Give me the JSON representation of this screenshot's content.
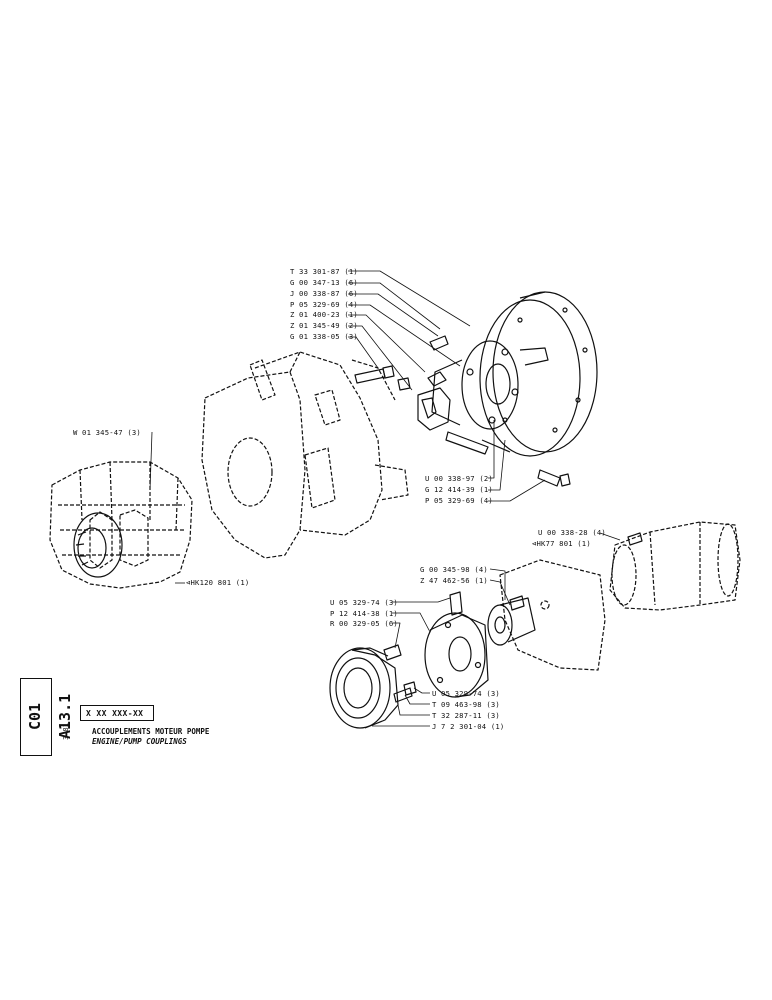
{
  "title_block": {
    "code": "C01 A13.1",
    "date": "3-81",
    "part_number": "X XX XXX-XX",
    "title_fr": "ACCOUPLEMENTS MOTEUR POMPE",
    "title_en": "ENGINE/PUMP COUPLINGS"
  },
  "callouts": {
    "t33301": "T 33 301-87 (1)",
    "g00347": "G 00 347-13 (6)",
    "j00338": "J 00 338-87 (6)",
    "p05329a": "P 05 329-69 (4)",
    "z01400": "Z 01 400-23 (1)",
    "z01345": "Z 01 345-49 (2)",
    "g01338": "G 01 338-05 (3)",
    "w01345": "W 01 345-47 (3)",
    "u00338a": "U 00 338-97 (2)",
    "g12414": "G 12 414-39 (1)",
    "p05329b": "P 05 329-69 (4)",
    "hk120": "HK120 801 (1)",
    "u00338b": "U 00 338-28 (4)",
    "hk77": "HK77 801 (1)",
    "g00345": "G 00 345-98 (4)",
    "z47462": "Z 47 462-56 (1)",
    "u05329a": "U 05 329-74 (3)",
    "p12414": "P 12 414-38 (1)",
    "r00329": "R 00 329-05 (6)",
    "u05329b": "U 05 329-74 (3)",
    "t09463": "T 09 463-98 (3)",
    "t32287": "T 32 287-11 (3)",
    "j72301": "J 7 2 301-04 (1)"
  }
}
